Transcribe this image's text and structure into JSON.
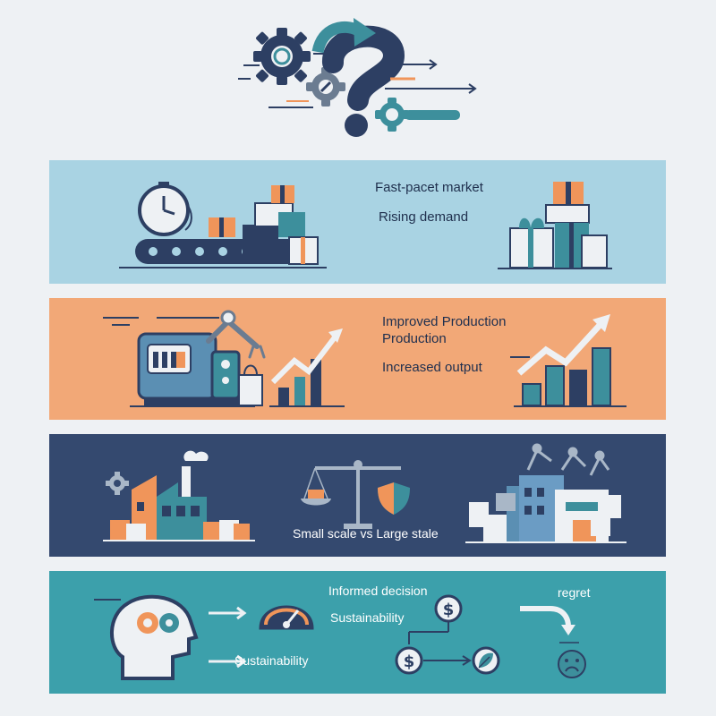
{
  "colors": {
    "navy": "#2d3f63",
    "teal": "#3d8f9c",
    "orange": "#f0955a",
    "light_blue_panel": "#a9d3e3",
    "orange_panel": "#f2a877",
    "navy_panel": "#34496f",
    "teal_panel": "#3ca0ab"
  },
  "header": {
    "icons": [
      "gear-icon",
      "gear-icon",
      "question-mark-icon",
      "arrow-icon"
    ]
  },
  "panel1": {
    "label_1": "Fast-pacet market",
    "label_2": "Rising demand",
    "icons": [
      "clock-icon",
      "conveyor-belt-icon",
      "gift-box-icon"
    ]
  },
  "panel2": {
    "label_1": "Improved Production",
    "label_2": "Production",
    "label_3": "Increased output",
    "icons": [
      "machine-icon",
      "robot-arm-icon",
      "shopping-bag-icon",
      "bar-chart-up-icon"
    ]
  },
  "panel3": {
    "label_1": "Small scale vs Large stale",
    "icons": [
      "gear-icon",
      "factory-icon",
      "balance-scale-icon",
      "shield-icon",
      "shopping-bag-icon"
    ]
  },
  "panel4": {
    "label_1": "Informed decision",
    "label_2": "Sustainability",
    "label_3": "Sustainability",
    "label_4": "regret",
    "icons": [
      "head-gears-icon",
      "gauge-icon",
      "dollar-icon",
      "leaf-icon",
      "sad-face-icon"
    ]
  }
}
